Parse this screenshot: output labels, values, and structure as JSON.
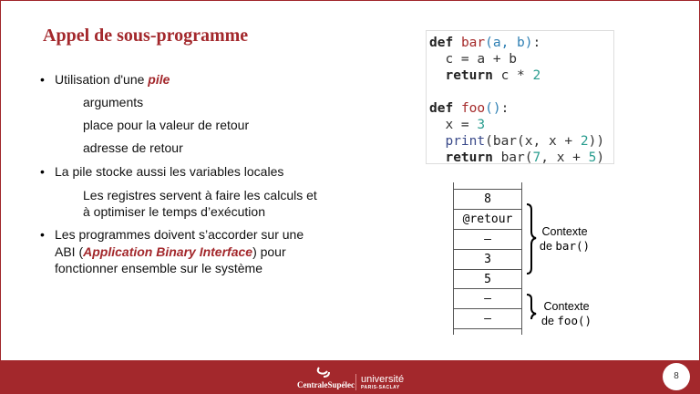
{
  "title": "Appel de sous-programme",
  "bullets": {
    "b1_pre": "Utilisation d'une ",
    "b1_em": "pile",
    "s1": "arguments",
    "s2": "place pour la valeur de retour",
    "s3": "adresse de retour",
    "b2": "La pile stocke aussi les variables locales",
    "s4a": "Les registres servent à faire les calculs et",
    "s4b": "à optimiser le temps d’exécution",
    "b3a": "Les programmes doivent s’accorder sur une",
    "b3b_pre": "ABI (",
    "b3b_em": "Application Binary Interface",
    "b3b_post": ") pour",
    "b3c": "fonctionner ensemble sur le système"
  },
  "code": {
    "l1": [
      "def",
      "bar",
      "(a, b)",
      ":"
    ],
    "l2": "  c = a + b",
    "l3": [
      "  return",
      " c * ",
      "2"
    ],
    "l5": [
      "def",
      "foo",
      "()",
      ":"
    ],
    "l6": [
      "  x = ",
      "3"
    ],
    "l7": [
      "  print",
      "(bar(x, x + ",
      "2",
      "))"
    ],
    "l8": [
      "  return",
      " bar(",
      "7",
      ", x + ",
      "5",
      ")"
    ]
  },
  "stack": {
    "cells": [
      "8",
      "@retour",
      "–",
      "3",
      "5",
      "–",
      "–"
    ],
    "bar_label": "Contexte",
    "bar_fn_pre": "de ",
    "bar_fn": "bar()",
    "foo_label": "Contexte",
    "foo_fn_pre": "de ",
    "foo_fn": "foo()"
  },
  "footer": {
    "logo1": "CentraleSupélec",
    "logo2": "université",
    "logo3": "PARIS-SACLAY",
    "page": "8"
  }
}
